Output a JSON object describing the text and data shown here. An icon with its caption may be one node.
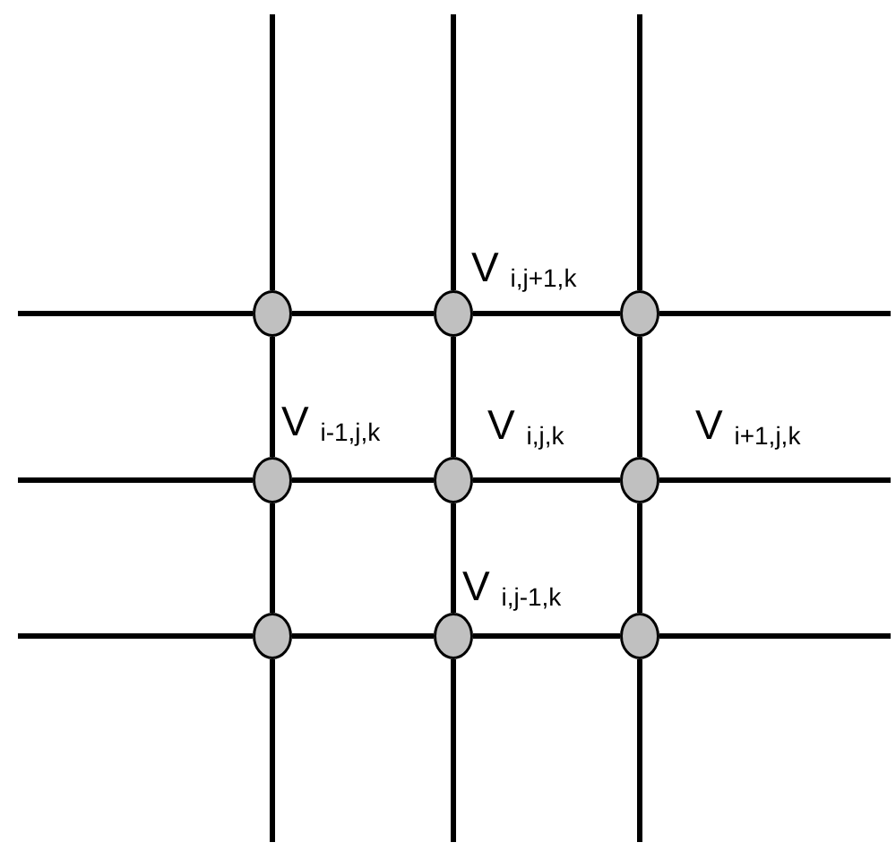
{
  "diagram": {
    "nodes": [
      {
        "text": [],
        "shape": "circle"
      },
      {
        "text": [],
        "shape": "circle"
      },
      {
        "text": [],
        "shape": "circle"
      },
      {
        "text": [],
        "shape": "circle"
      },
      {
        "text": [],
        "shape": "circle"
      },
      {
        "text": [],
        "shape": "circle"
      },
      {
        "text": [],
        "shape": "circle"
      },
      {
        "text": [],
        "shape": "circle"
      },
      {
        "text": [],
        "shape": "circle"
      }
    ],
    "edges": [
      {
        "from": null,
        "to": 0,
        "arrow": "none"
      },
      {
        "from": 0,
        "to": 1,
        "arrow": "none"
      },
      {
        "from": 1,
        "to": 2,
        "arrow": "none"
      },
      {
        "from": 2,
        "to": null,
        "arrow": "none"
      },
      {
        "from": null,
        "to": 3,
        "arrow": "none"
      },
      {
        "from": 3,
        "to": 4,
        "arrow": "none"
      },
      {
        "from": 4,
        "to": 5,
        "arrow": "none"
      },
      {
        "from": 5,
        "to": null,
        "arrow": "none"
      },
      {
        "from": null,
        "to": 6,
        "arrow": "none"
      },
      {
        "from": 6,
        "to": 7,
        "arrow": "none"
      },
      {
        "from": 7,
        "to": 8,
        "arrow": "none"
      },
      {
        "from": 8,
        "to": null,
        "arrow": "none"
      },
      {
        "from": null,
        "to": 0,
        "arrow": "none"
      },
      {
        "from": 0,
        "to": 3,
        "arrow": "none"
      },
      {
        "from": 3,
        "to": 6,
        "arrow": "none"
      },
      {
        "from": 6,
        "to": null,
        "arrow": "none"
      },
      {
        "from": null,
        "to": 1,
        "arrow": "none"
      },
      {
        "from": 1,
        "to": 4,
        "arrow": "none"
      },
      {
        "from": 4,
        "to": 7,
        "arrow": "none"
      },
      {
        "from": 7,
        "to": null,
        "arrow": "none"
      },
      {
        "from": null,
        "to": 2,
        "arrow": "none"
      },
      {
        "from": 2,
        "to": 5,
        "arrow": "none"
      },
      {
        "from": 5,
        "to": 8,
        "arrow": "none"
      },
      {
        "from": 8,
        "to": null,
        "arrow": "none"
      }
    ],
    "labels": [
      "V $_{i,j+1,k}$",
      "V $_{i-1,j,k}$",
      "V $_{i,j,k}$",
      "V $_{i+1,j,k}$",
      "V $_{i,j-1,k}$"
    ]
  }
}
